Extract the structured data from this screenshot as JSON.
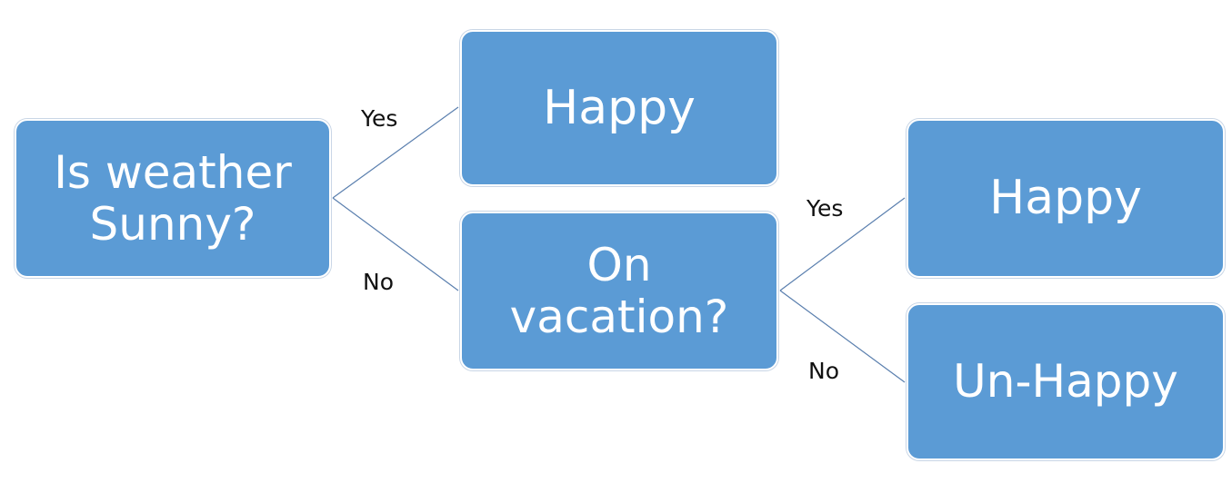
{
  "colors": {
    "node_fill": "#5b9bd5",
    "edge_stroke": "#5a7fae",
    "label_text": "#111111"
  },
  "nodes": {
    "root": {
      "text": "Is weather\nSunny?"
    },
    "sunny_yes": {
      "text": "Happy"
    },
    "sunny_no": {
      "text": "On\nvacation?"
    },
    "vacation_yes": {
      "text": "Happy"
    },
    "vacation_no": {
      "text": "Un-Happy"
    }
  },
  "edges": {
    "sunny_yes_label": "Yes",
    "sunny_no_label": "No",
    "vacation_yes_label": "Yes",
    "vacation_no_label": "No"
  }
}
